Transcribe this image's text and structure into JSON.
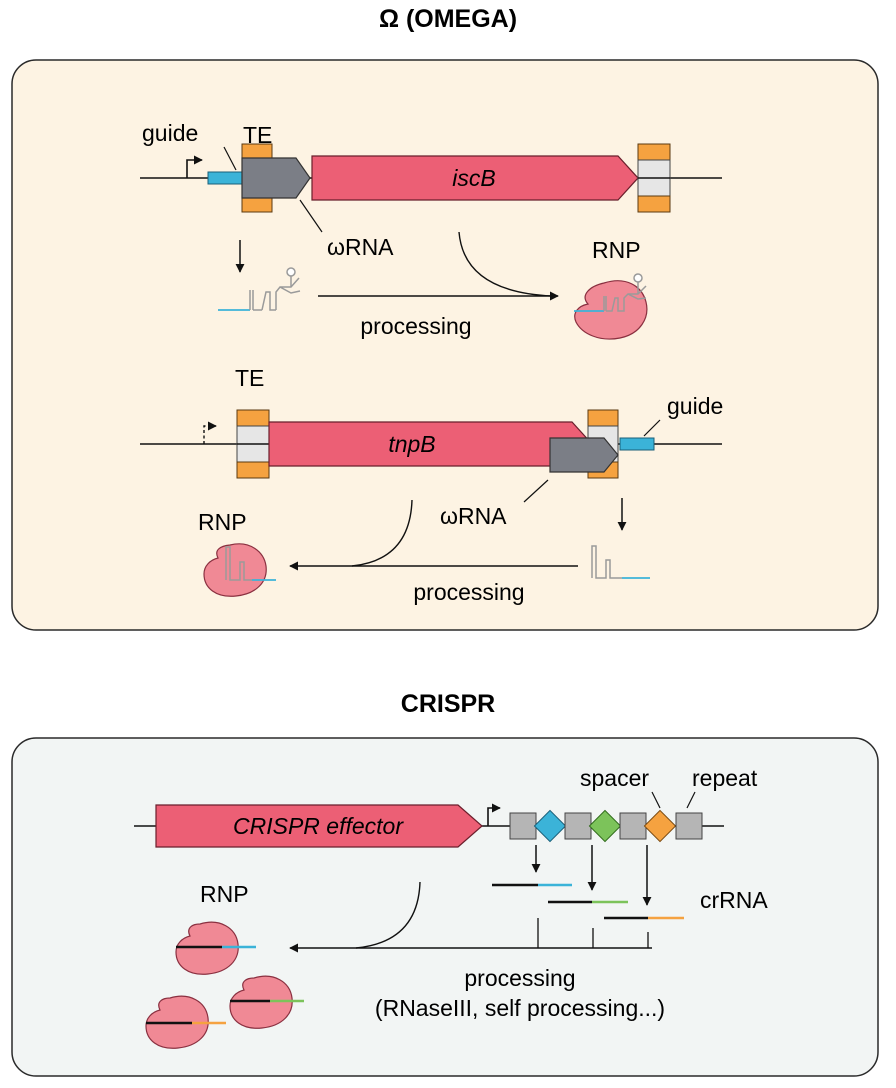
{
  "omega": {
    "title": "Ω (OMEGA)",
    "iscb_locus": {
      "te_label": "TE",
      "guide_label": "guide",
      "gene_label": "iscB",
      "wrna_label": "ωRNA",
      "rnp_label": "RNP",
      "processing_label": "processing"
    },
    "tnpb_locus": {
      "te_label": "TE",
      "guide_label": "guide",
      "gene_label": "tnpB",
      "wrna_label": "ωRNA",
      "rnp_label": "RNP",
      "processing_label": "processing"
    }
  },
  "crispr": {
    "title": "CRISPR",
    "effector_label": "CRISPR effector",
    "spacer_label": "spacer",
    "repeat_label": "repeat",
    "crrna_label": "crRNA",
    "rnp_label": "RNP",
    "processing_label": "processing",
    "processing_detail": "(RNaseIII, self processing...)"
  },
  "colors": {
    "omega_panel_bg": "#fdf3e3",
    "crispr_panel_bg": "#f2f5f4",
    "effector_red": "#ec5f75",
    "rnp_pink": "#f08995",
    "te_orange": "#f5a240",
    "te_gray": "#e6e6e6",
    "wrna_gray": "#7b7e86",
    "guide_cyan": "#3bb3d8",
    "spacer_blue": "#3bb3d8",
    "spacer_green": "#7cc35a",
    "spacer_orange": "#f5a240",
    "repeat_gray": "#b5b5b5"
  }
}
